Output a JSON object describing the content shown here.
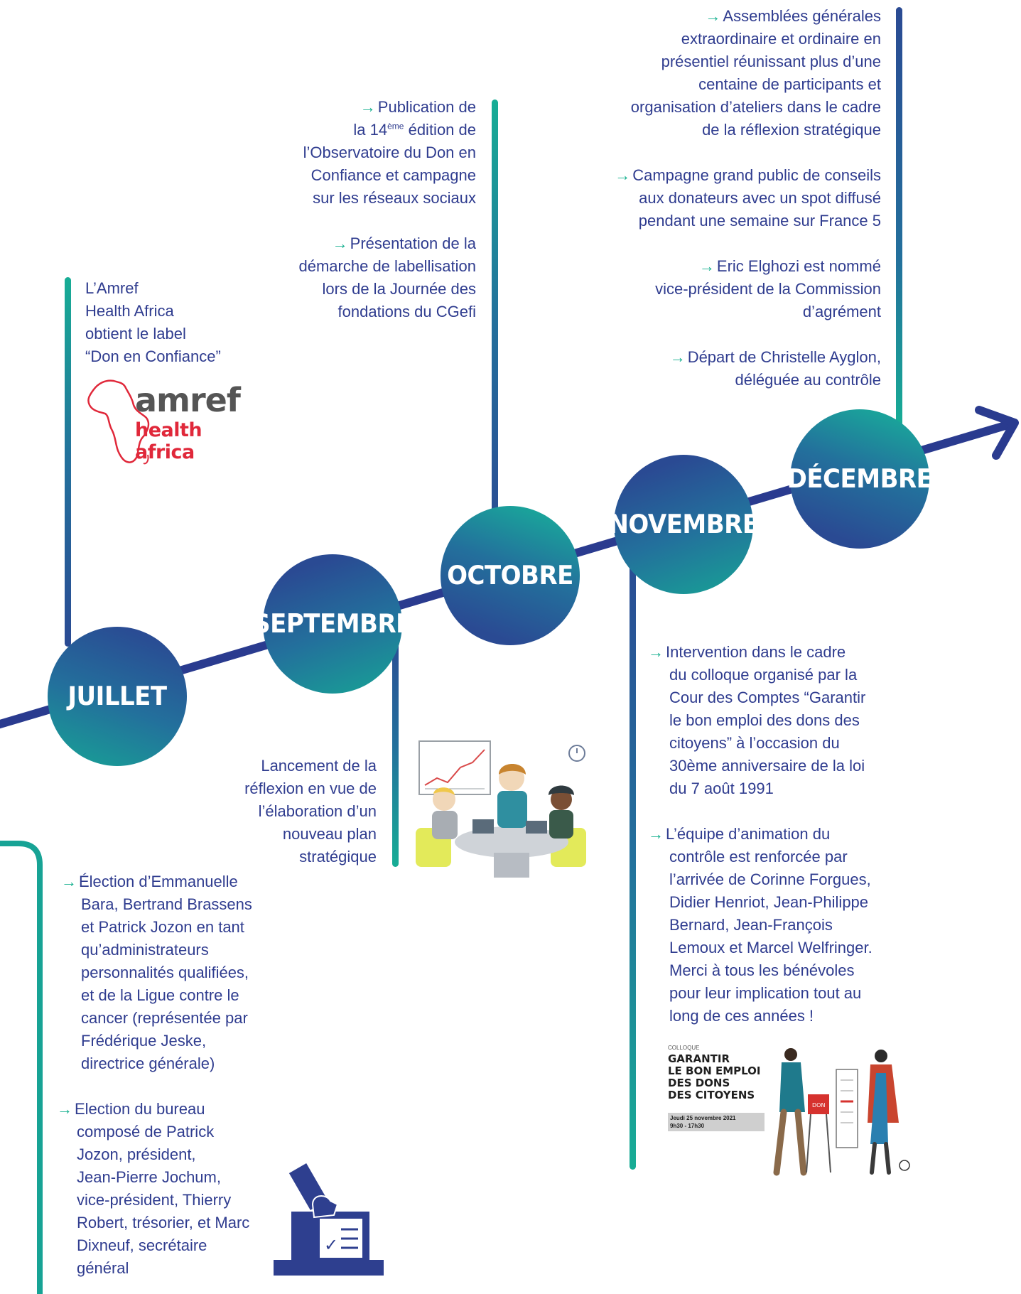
{
  "months": {
    "juillet": "JUILLET",
    "septembre": "SEPTEMBRE",
    "octobre": "OCTOBRE",
    "novembre": "NOVEMBRE",
    "decembre": "DÉCEMBRE"
  },
  "juillet": {
    "label_lines": [
      "L’Amref",
      "Health Africa",
      "obtient le label",
      "“Don en Confiance”"
    ],
    "logo_word": "amref",
    "logo_sub": "health africa"
  },
  "septembre": {
    "lines": [
      "Lancement de la",
      "réflexion en vue de",
      "l’élaboration d’un",
      "nouveau plan",
      "stratégique"
    ]
  },
  "octobre": {
    "item1": {
      "l1": "Publication de",
      "l2_pre": "la 14",
      "l2_sup": "ème",
      "l2_post": " édition de",
      "l3": "l’Observatoire du Don en",
      "l4": "Confiance et campagne",
      "l5": "sur les réseaux sociaux"
    },
    "item2": [
      "Présentation de la",
      "démarche de labellisation",
      "lors de la Journée des",
      "fondations du CGefi"
    ]
  },
  "decembre": {
    "item1": [
      "Assemblées générales",
      "extraordinaire et ordinaire en",
      "présentiel réunissant plus d’une",
      "centaine de participants et",
      "organisation d’ateliers dans le cadre",
      "de la réflexion stratégique"
    ],
    "item2": [
      "Campagne grand public de conseils",
      "aux donateurs avec un spot diffusé",
      "pendant une semaine sur France 5"
    ],
    "item3": [
      "Eric Elghozi est nommé",
      "vice-président de la Commission",
      "d’agrément"
    ],
    "item4": [
      "Départ de Christelle Ayglon,",
      "déléguée au contrôle"
    ]
  },
  "novembre": {
    "item1": [
      "Intervention dans le cadre",
      "du colloque organisé par la",
      "Cour des Comptes “Garantir",
      "le bon emploi des dons des",
      "citoyens” à l’occasion du",
      "30ème anniversaire de la loi",
      "du 7 août 1991"
    ],
    "item2": [
      "L’équipe d’animation du",
      "contrôle est renforcée par",
      "l’arrivée de Corinne Forgues,",
      "Didier Henriot, Jean-Philippe",
      "Bernard, Jean-François",
      "Lemoux et Marcel Welfringer.",
      "Merci à tous les bénévoles",
      "pour leur implication tout au",
      "long de ces années !"
    ],
    "poster": {
      "small": "COLLOQUE",
      "title_lines": [
        "GARANTIR",
        "LE BON EMPLOI",
        "DES DONS",
        "DES CITOYENS"
      ],
      "date_line1": "Jeudi 25 novembre 2021",
      "date_line2": "9h30 - 17h30",
      "box_label": "DON"
    }
  },
  "election": {
    "item1": [
      "Élection d’Emmanuelle",
      "Bara, Bertrand Brassens",
      "et Patrick Jozon en tant",
      "qu’administrateurs",
      "personnalités qualifiées,",
      "et de la Ligue contre le",
      "cancer (représentée par",
      "Frédérique Jeske,",
      "directrice générale)"
    ],
    "item2": [
      "Election du bureau",
      "composé de Patrick",
      "Jozon, président,",
      "Jean-Pierre Jochum,",
      "vice-président, Thierry",
      "Robert, trésorier, et Marc",
      "Dixneuf, secrétaire",
      "général"
    ]
  },
  "icons": {
    "arrow_glyph": "→",
    "ballot_check": "✓"
  },
  "colors": {
    "navy": "#2a3b8f",
    "teal": "#16b08f",
    "text": "#2f3c8f",
    "amref_red": "#e0283a"
  }
}
